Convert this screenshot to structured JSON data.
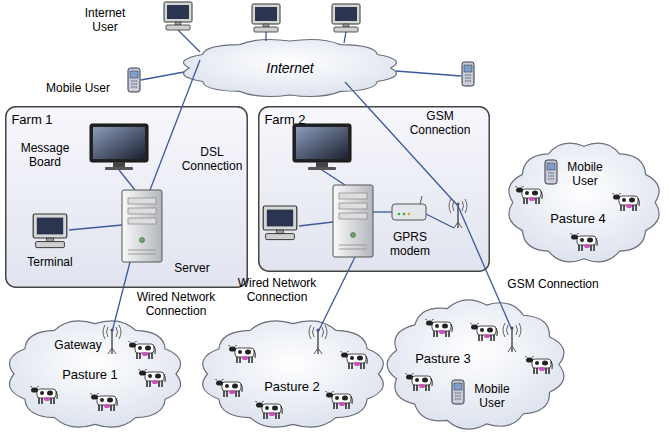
{
  "diagram": {
    "nodes": [
      {
        "text": [
          "Internet"
        ]
      },
      {
        "text": [
          "Farm 1"
        ]
      },
      {
        "text": [
          "Farm 2"
        ]
      },
      {
        "text": [
          "Pasture 4"
        ]
      },
      {
        "text": [
          "Pasture 1"
        ]
      },
      {
        "text": [
          "Pasture 2"
        ]
      },
      {
        "text": [
          "Pasture 3"
        ]
      }
    ],
    "edges": [
      {
        "from": 1,
        "to": 0,
        "label": "DSL Connection",
        "arrow": "none"
      },
      {
        "from": 1,
        "to": 4,
        "label": "Wired Network Connection",
        "arrow": "none"
      },
      {
        "from": 2,
        "to": 0,
        "label": "GSM Connection",
        "arrow": "none"
      },
      {
        "from": 2,
        "to": 5,
        "label": "Wired Network Connection",
        "arrow": "none"
      },
      {
        "from": 2,
        "to": 6,
        "label": "GSM Connection",
        "arrow": "none"
      }
    ],
    "labels": [
      "Internet User",
      "Mobile User",
      "Message Board",
      "Terminal",
      "Server",
      "GPRS modem",
      "Mobile User",
      "Gateway",
      "Mobile User"
    ]
  }
}
